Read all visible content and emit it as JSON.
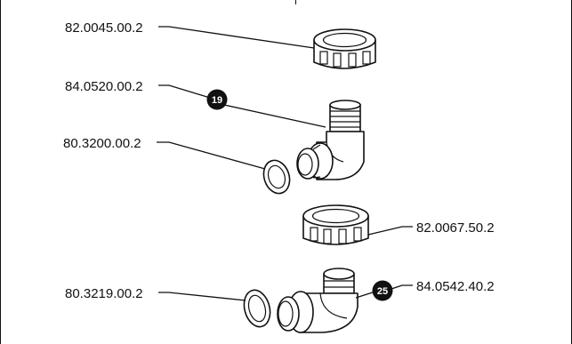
{
  "parts": {
    "nut_top": {
      "part_number": "82.0045.00.2"
    },
    "elbow_top": {
      "part_number": "84.0520.00.2"
    },
    "seal_top": {
      "part_number": "80.3200.00.2"
    },
    "nut_middle": {
      "part_number": "82.0067.50.2"
    },
    "elbow_bottom": {
      "part_number": "84.0542.40.2"
    },
    "seal_bottom": {
      "part_number": "80.3219.00.2"
    }
  },
  "badges": {
    "badge_top": "19",
    "badge_bottom": "25"
  }
}
